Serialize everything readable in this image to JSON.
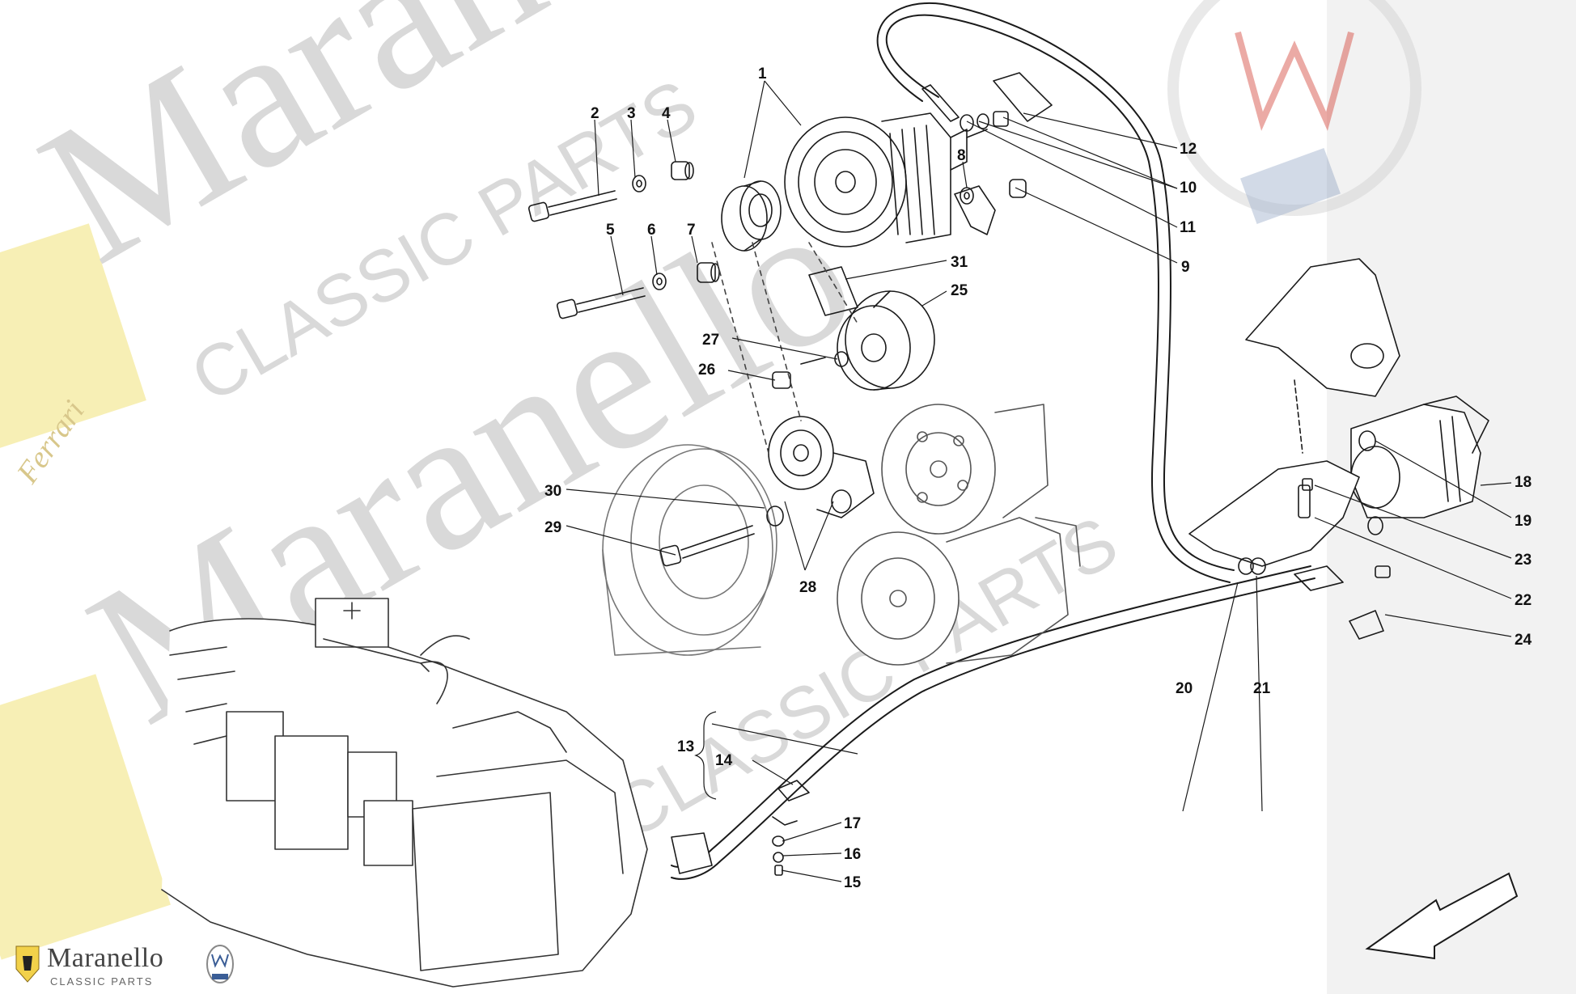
{
  "watermark": {
    "lines": [
      "Maranello",
      "CLASSIC PARTS"
    ],
    "logo_letters": "Ferrari"
  },
  "branding": {
    "name": "Maranello",
    "subtitle": "CLASSIC PARTS"
  },
  "callouts": [
    "1",
    "2",
    "3",
    "4",
    "5",
    "6",
    "7",
    "8",
    "9",
    "10",
    "11",
    "12",
    "13",
    "14",
    "15",
    "16",
    "17",
    "18",
    "19",
    "20",
    "21",
    "22",
    "23",
    "24",
    "25",
    "26",
    "27",
    "28",
    "29",
    "30",
    "31"
  ],
  "colors": {
    "line": "#1a1a1a",
    "watermark": "#d4d4d4",
    "accent_red": "#d4453a",
    "accent_yellow": "#f2e27a",
    "accent_blue": "#3a5d96"
  }
}
